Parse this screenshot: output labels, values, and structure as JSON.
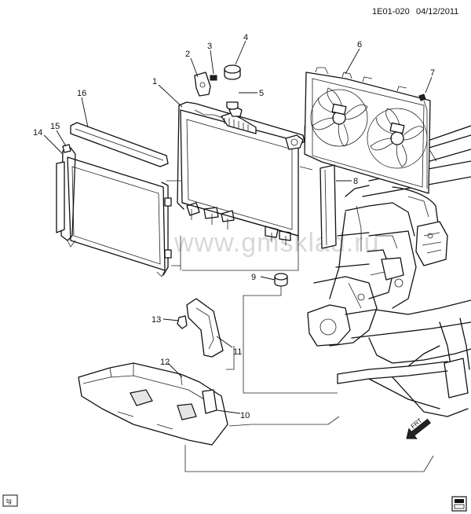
{
  "header": {
    "code": "1E01-020",
    "date": "04/12/2011"
  },
  "watermark": "www.gmsklad.ru",
  "callouts": [
    "1",
    "2",
    "3",
    "4",
    "5",
    "6",
    "7",
    "8",
    "9",
    "10",
    "11",
    "12",
    "13",
    "14",
    "15",
    "16"
  ],
  "footer": {
    "left_tag": "tg",
    "direction_label": "FRT"
  },
  "colors": {
    "line": "#111111",
    "watermark": "#b9b9b9",
    "background": "#ffffff"
  },
  "icons": [
    "front-direction-arrow-icon",
    "page-corner-icon"
  ]
}
